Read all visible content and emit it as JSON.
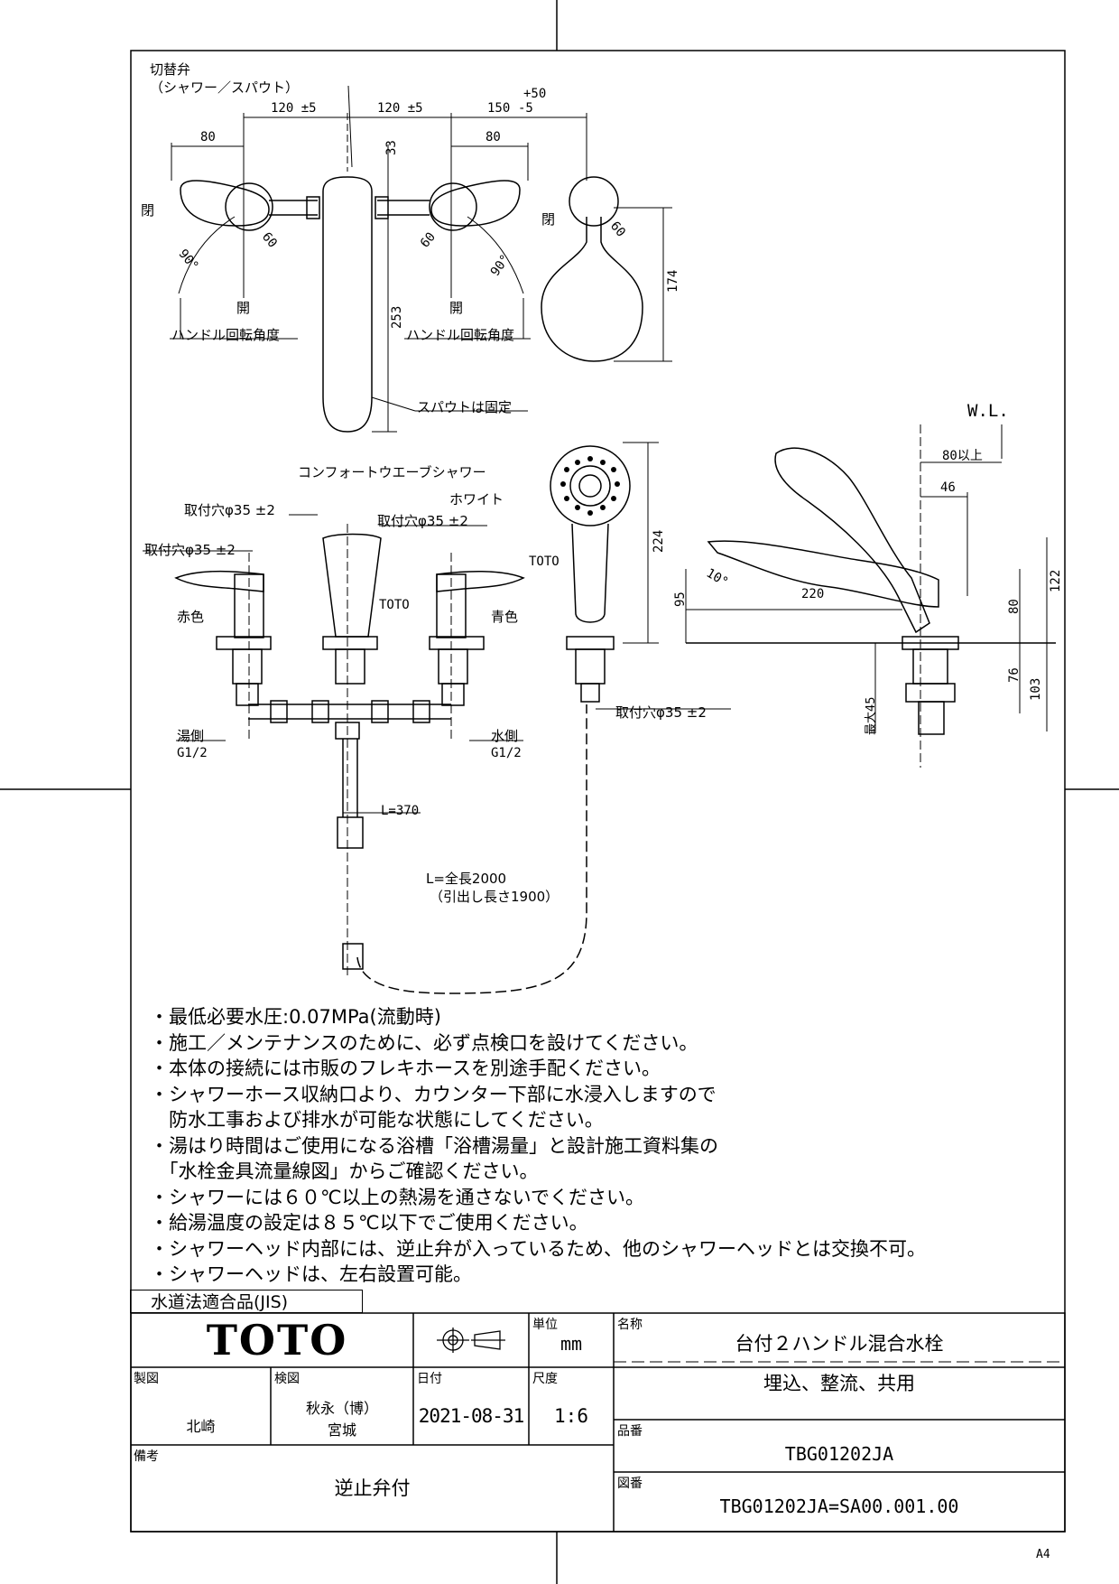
{
  "labels": {
    "valve": "切替弁",
    "valve_sub": "（シャワー／スパウト）",
    "closed": "閉",
    "open": "開",
    "rotation_angle": "ハンドル回転角度",
    "spout_fixed": "スパウトは固定",
    "comfort_wave": "コンフォートウエーブシャワー",
    "white": "ホワイト",
    "hole": "取付穴φ35 ±2",
    "red": "赤色",
    "blue": "青色",
    "toto": "TOTO",
    "hot_side": "湯側",
    "cold_side": "水側",
    "g12": "G1/2",
    "l370": "L=370",
    "hose_total": "L=全長2000",
    "hose_pull": "（引出し長さ1900）",
    "wl": "W.L.",
    "max45": "最大45",
    "over80": "80以上"
  },
  "dims": {
    "d120a": "120 ±5",
    "d120b": "120 ±5",
    "d150": "150",
    "d150tol_plus": "+50",
    "d150tol_minus": "-5",
    "d80a": "80",
    "d80b": "80",
    "d33": "33",
    "d60a": "60",
    "d60b": "60",
    "d60c": "60",
    "d90a": "90°",
    "d90b": "90°",
    "d174": "174",
    "d253": "253",
    "d224": "224",
    "d95": "95",
    "d10": "10°",
    "d220": "220",
    "d46": "46",
    "d80c": "80",
    "d122": "122",
    "d76": "76",
    "d103": "103"
  },
  "notes": [
    "・最低必要水圧:0.07MPa(流動時)",
    "・施工／メンテナンスのために、必ず点検口を設けてください。",
    "・本体の接続には市販のフレキホースを別途手配ください。",
    "・シャワーホース収納口より、カウンター下部に水浸入しますので",
    "　防水工事および排水が可能な状態にしてください。",
    "・湯はり時間はご使用になる浴槽「浴槽湯量」と設計施工資料集の",
    "　「水栓金具流量線図」からご確認ください。",
    "・シャワーには６０℃以上の熱湯を通さないでください。",
    "・給湯温度の設定は８５℃以下でご使用ください。",
    "・シャワーヘッド内部には、逆止弁が入っているため、他のシャワーヘッドとは交換不可。",
    "・シャワーヘッドは、左右設置可能。"
  ],
  "title_block": {
    "jis": "水道法適合品(JIS)",
    "logo": "TOTO",
    "unit_label": "単位",
    "unit": "mm",
    "name_label": "名称",
    "name_line1": "台付２ハンドル混合水栓",
    "name_line2": "埋込、整流、共用",
    "drawn_label": "製図",
    "drawn": "北崎",
    "checked_label": "検図",
    "checked1": "秋永（博）",
    "checked2": "宮城",
    "date_label": "日付",
    "date": "2021-08-31",
    "scale_label": "尺度",
    "scale": "1:6",
    "part_label": "品番",
    "part": "TBG01202JA",
    "remarks_label": "備考",
    "remarks": "逆止弁付",
    "drawing_label": "図番",
    "drawing_no": "TBG01202JA=SA00.001.00"
  },
  "paper": "A4"
}
